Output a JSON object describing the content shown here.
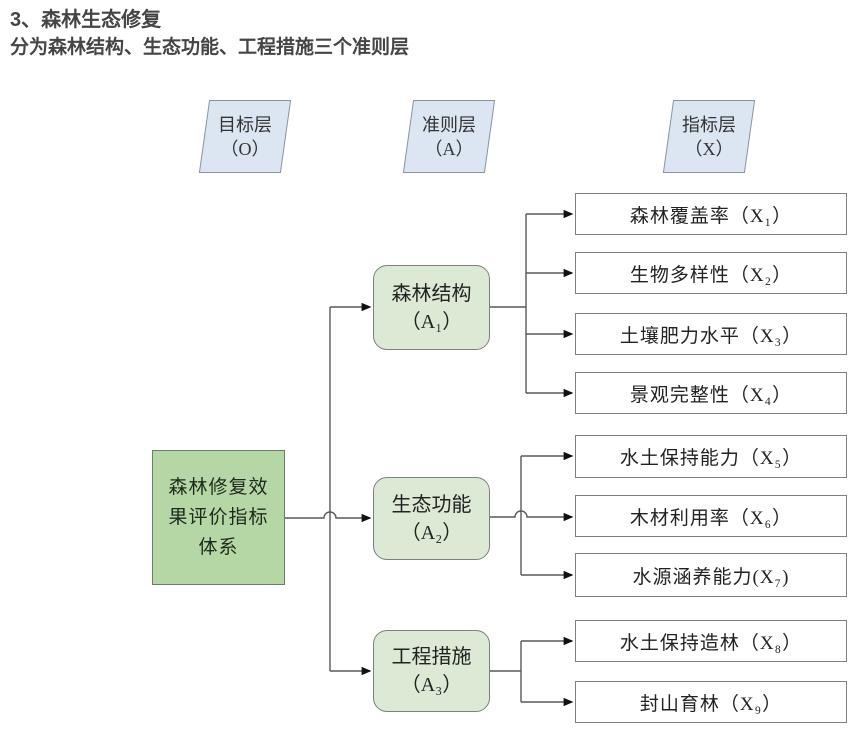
{
  "header": {
    "title": "3、森林生态修复",
    "subtitle": "分为森林结构、生态功能、工程措施三个准则层"
  },
  "layer_headers": [
    {
      "label": "目标层",
      "code": "（O）"
    },
    {
      "label": "准则层",
      "code": "（A）"
    },
    {
      "label": "指标层",
      "code": "（X）"
    }
  ],
  "goal": {
    "label": "森林修复效果评价指标体系"
  },
  "criteria": [
    {
      "label": "森林结构",
      "code": "（A₁）"
    },
    {
      "label": "生态功能",
      "code": "（A₂）"
    },
    {
      "label": "工程措施",
      "code": "（A₃）"
    }
  ],
  "indicators": [
    {
      "label": "森林覆盖率（X₁）"
    },
    {
      "label": "生物多样性（X₂）"
    },
    {
      "label": "土壤肥力水平（X₃）"
    },
    {
      "label": "景观完整性（X₄）"
    },
    {
      "label": "水土保持能力（X₅）"
    },
    {
      "label": "木材利用率（X₆）"
    },
    {
      "label": "水源涵养能力(X₇)"
    },
    {
      "label": "水土保持造林（X₈）"
    },
    {
      "label": "封山育林（X₉）"
    }
  ],
  "colors": {
    "goal_fill": "#b5d7a6",
    "criteria_fill": "#dce9d5",
    "layer_header_fill": "#dce6f2",
    "indicator_fill": "#ffffff",
    "box_border": "#7f7f7f",
    "connector_line": "#595959",
    "arrowhead": "#111111",
    "title_text": "#454545"
  }
}
